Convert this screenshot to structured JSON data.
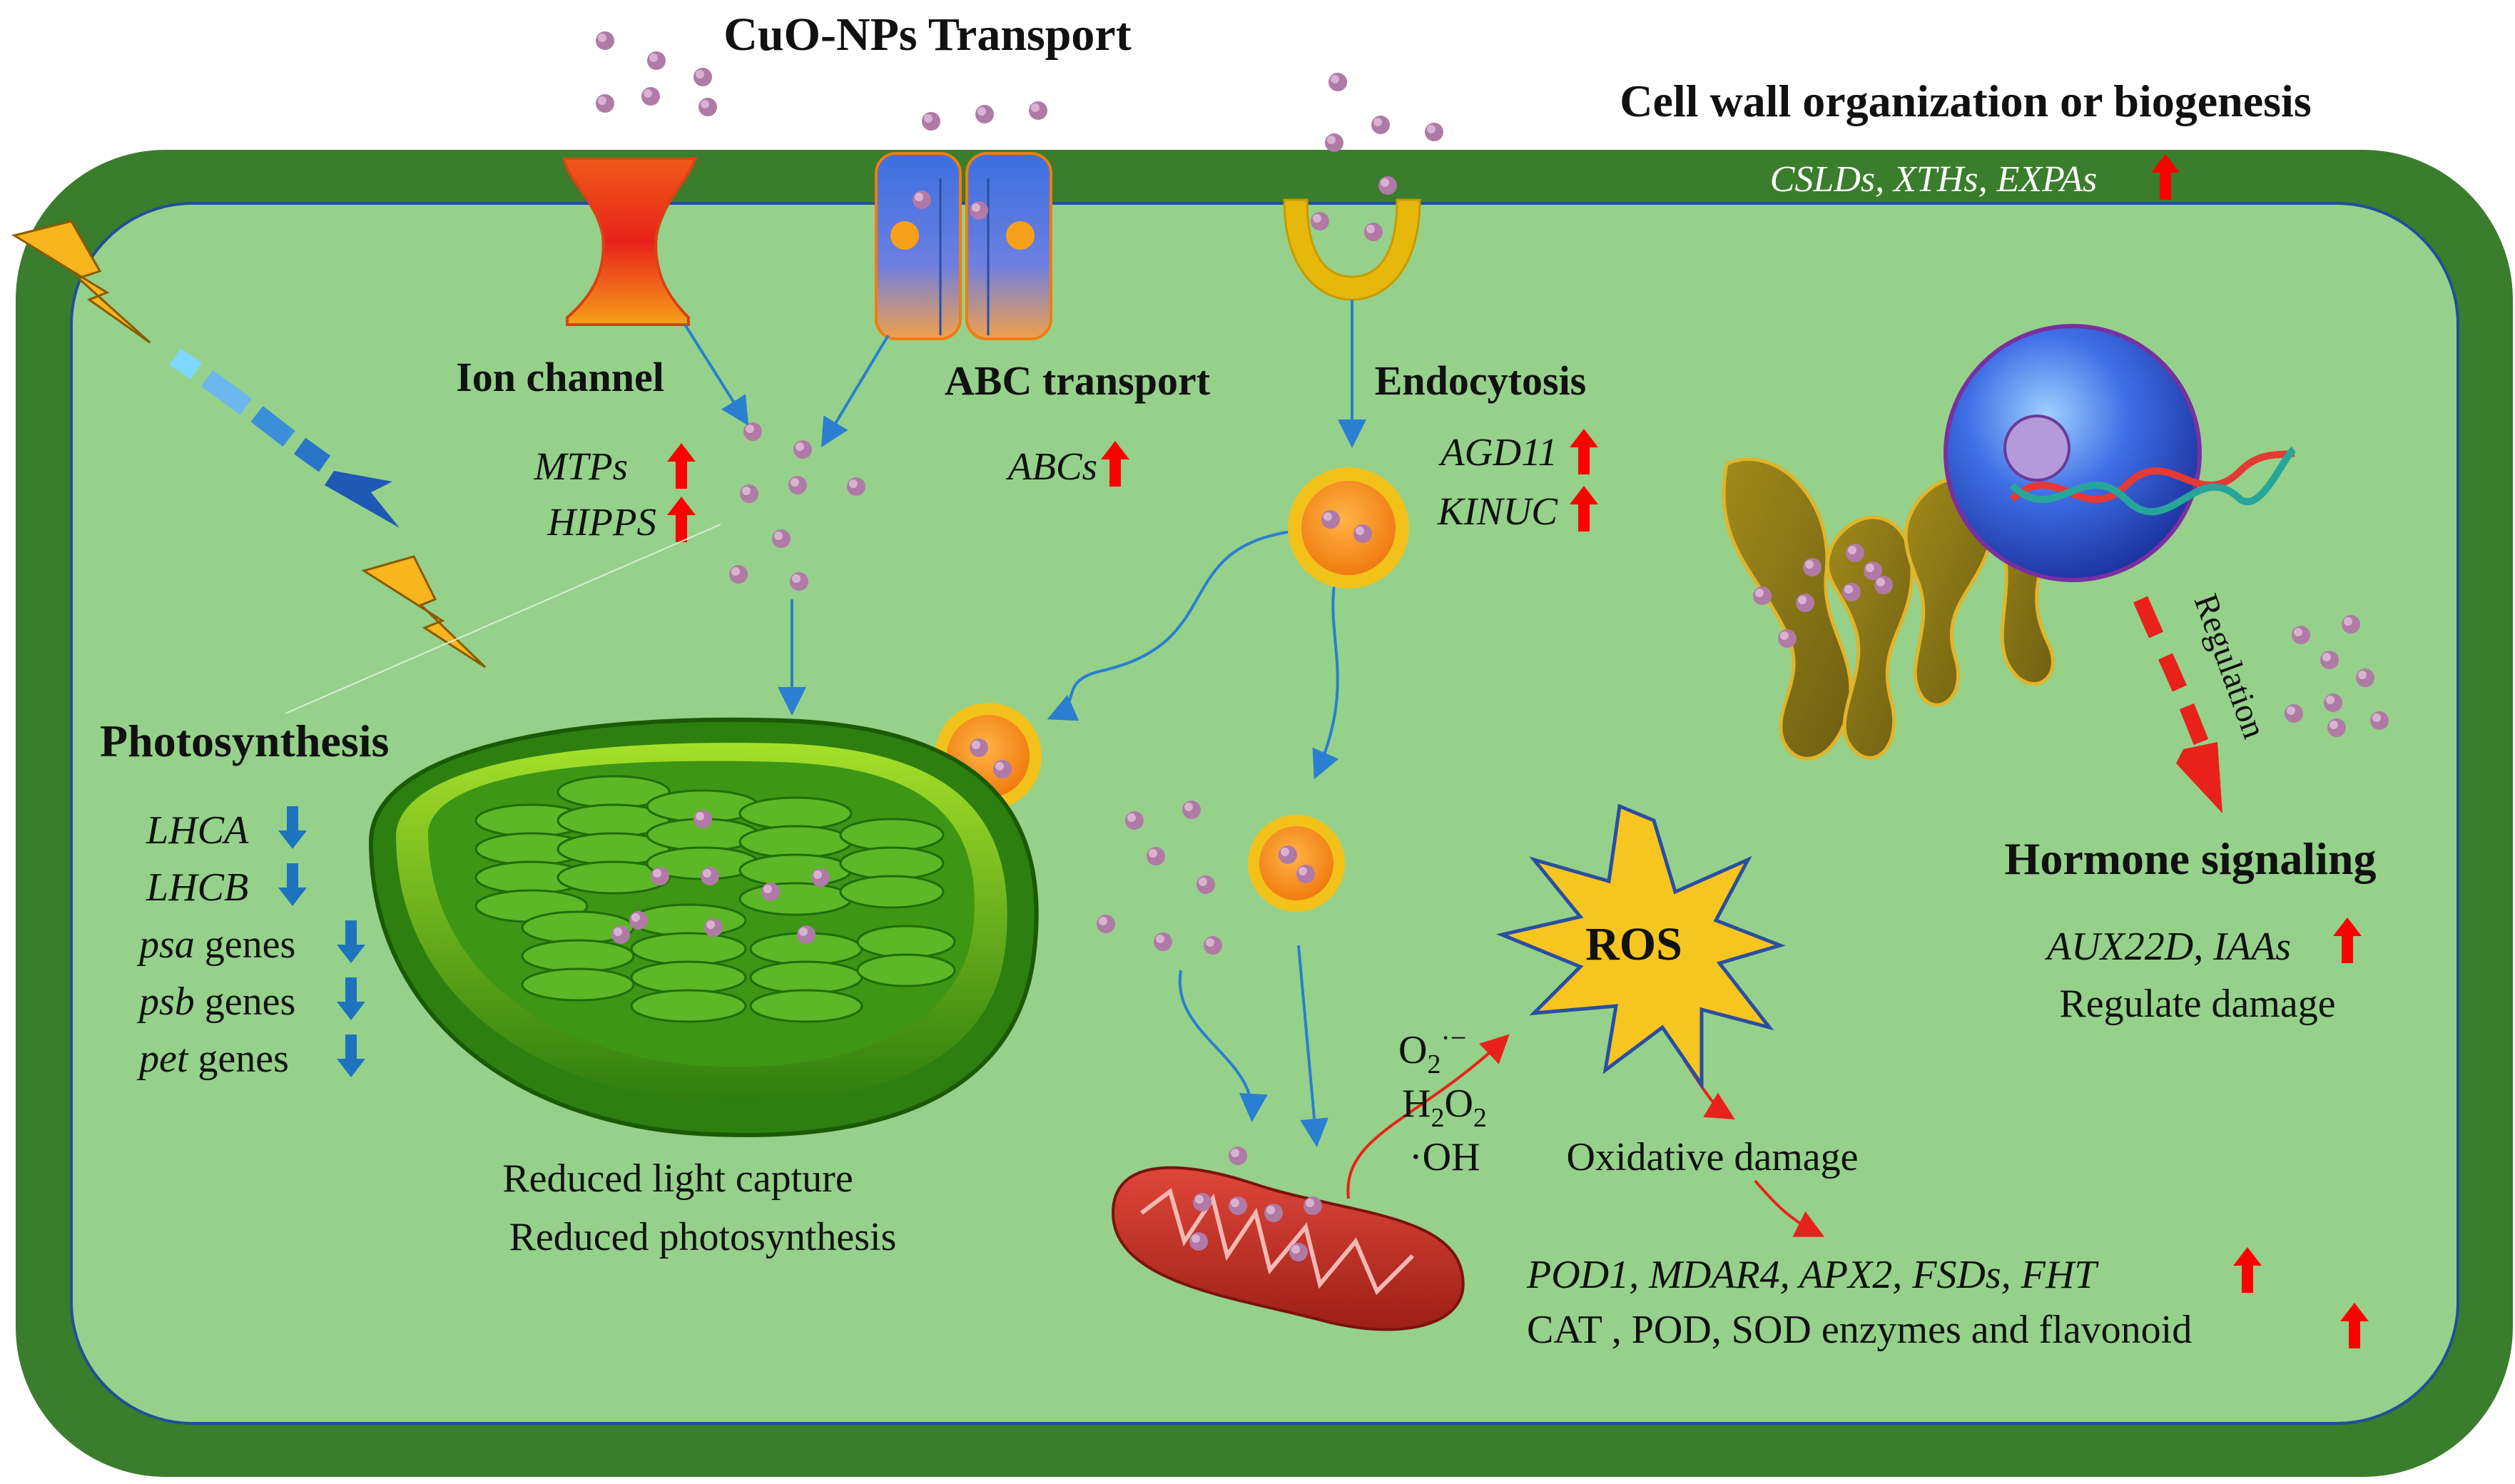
{
  "titles": {
    "transport": "CuO-NPs Transport",
    "cell_wall": "Cell wall organization or biogenesis",
    "cell_wall_genes": "CSLDs, XTHs, EXPAs"
  },
  "transport": {
    "ion_channel": "Ion channel",
    "abc": "ABC transport",
    "endocytosis": "Endocytosis",
    "ion_genes": [
      "MTPs",
      "HIPPS"
    ],
    "abc_gene": "ABCs",
    "endo_genes": [
      "AGD11",
      "KINUC"
    ]
  },
  "photosynthesis": {
    "title": "Photosynthesis",
    "genes": [
      {
        "italic": "LHCA",
        "rest": ""
      },
      {
        "italic": "LHCB",
        "rest": ""
      },
      {
        "italic": "psa",
        "rest": " genes"
      },
      {
        "italic": "psb",
        "rest": " genes"
      },
      {
        "italic": "pet",
        "rest": " genes"
      }
    ],
    "effects": [
      "Reduced light capture",
      "Reduced photosynthesis"
    ]
  },
  "ros": {
    "label": "ROS",
    "species": {
      "superoxide": "O",
      "superoxide_sub": "2",
      "superoxide_sup": "·−",
      "h2o2_a": "H",
      "h2o2_sub1": "2",
      "h2o2_b": "O",
      "h2o2_sub2": "2",
      "hydroxyl": "·OH"
    },
    "damage": "Oxidative damage",
    "antioxidant_genes": "POD1, MDAR4, APX2, FSDs, FHT",
    "enzymes": "CAT , POD, SOD enzymes and flavonoid"
  },
  "hormone": {
    "regulation": "Regulation",
    "title": "Hormone signaling",
    "genes": "AUX22D, IAAs",
    "note": "Regulate damage"
  },
  "colors": {
    "cell_wall": "#3a7d2c",
    "cytoplasm": "#95d18a",
    "nanoparticle": "#b07aa6",
    "up_arrow": "#ff0000",
    "down_arrow": "#1e73be",
    "nucleus": "#2f55d4",
    "mitochondrion": "#c0392b",
    "ros_star": "#f7c520"
  },
  "icons": {
    "up": "red-up-arrow-icon",
    "down": "blue-down-arrow-icon",
    "lightning": "lightning-bolt-icon"
  }
}
